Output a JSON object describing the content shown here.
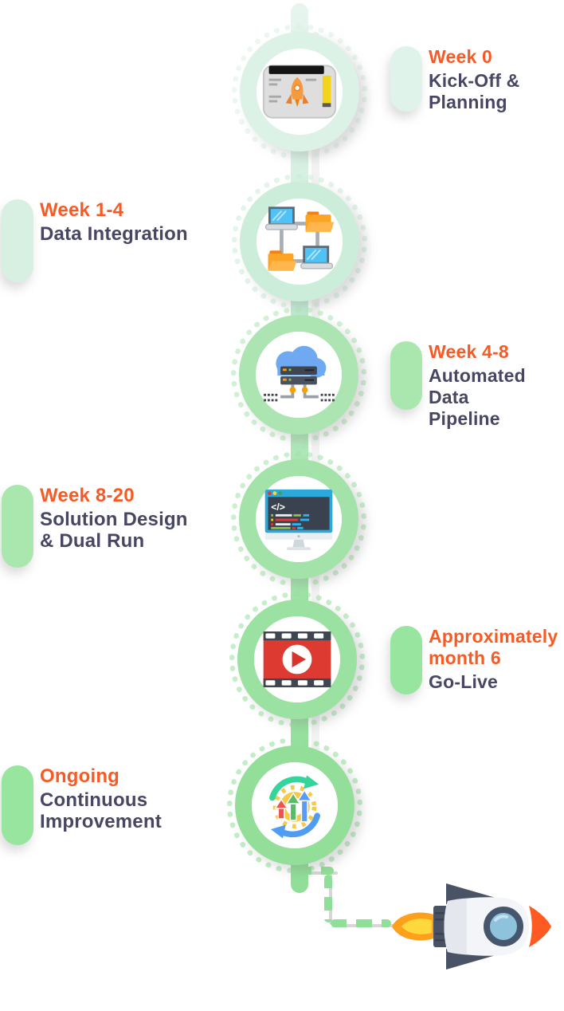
{
  "page": {
    "background": "#ffffff"
  },
  "palette": {
    "title_orange": "#F85A25",
    "subtitle_slate": "#474763",
    "mint_light": "#DDF2E7",
    "green_bright": "#90DF98"
  },
  "timeline": {
    "steps": [
      {
        "title": "Week 0",
        "subtitle": "Kick-Off &\nPlanning",
        "side": "right",
        "icon": "kickoff-browser-icon"
      },
      {
        "title": "Week 1-4",
        "subtitle": "Data Integration",
        "side": "left",
        "icon": "network-devices-icon"
      },
      {
        "title": "Week 4-8",
        "subtitle": "Automated Data\nPipeline",
        "side": "right",
        "icon": "cloud-server-icon"
      },
      {
        "title": "Week 8-20",
        "subtitle": "Solution Design\n& Dual Run",
        "side": "left",
        "icon": "code-monitor-icon"
      },
      {
        "title": "Approximately\nmonth 6",
        "subtitle": "Go-Live",
        "side": "right",
        "icon": "video-player-icon"
      },
      {
        "title": "Ongoing",
        "subtitle": "Continuous\nImprovement",
        "side": "left",
        "icon": "continuous-improvement-icon"
      }
    ],
    "end_marker": "rocket"
  }
}
